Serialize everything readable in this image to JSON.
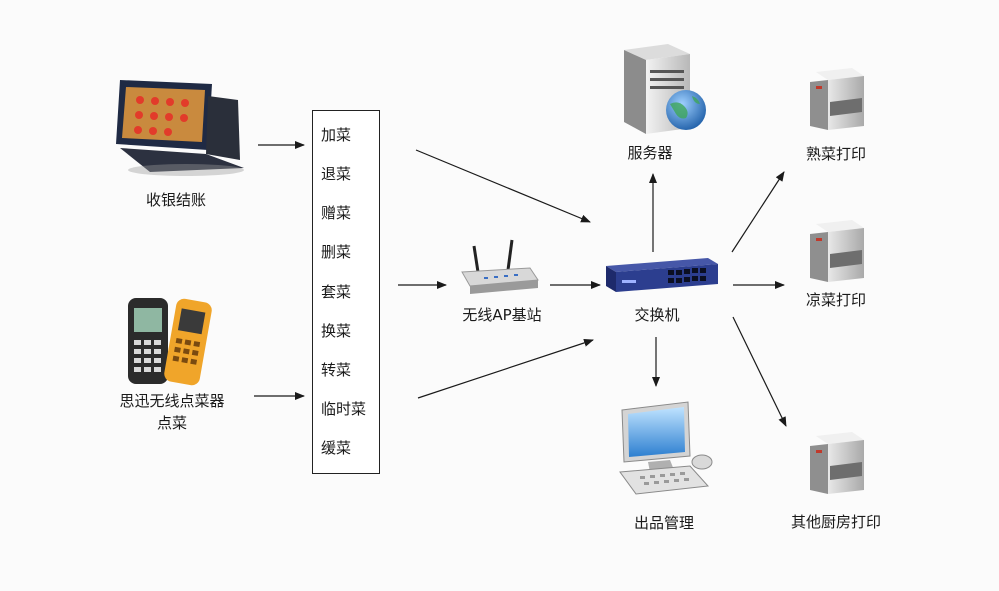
{
  "nodes": {
    "pos": "收银结账",
    "handheld_line1": "思迅无线点菜器",
    "handheld_line2": "点菜",
    "ap": "无线AP基站",
    "switch": "交换机",
    "server": "服务器",
    "output": "出品管理",
    "printer_hot": "熟菜打印",
    "printer_cold": "凉菜打印",
    "printer_other": "其他厨房打印"
  },
  "menu_items": [
    "加菜",
    "退菜",
    "赠菜",
    "删菜",
    "套菜",
    "换菜",
    "转菜",
    "临时菜",
    "缓菜"
  ],
  "colors": {
    "arrow": "#1a1a1a",
    "switch_body": "#2c3e8f",
    "printer_accent": "#c0392b",
    "globe": "#1f5fa8"
  }
}
